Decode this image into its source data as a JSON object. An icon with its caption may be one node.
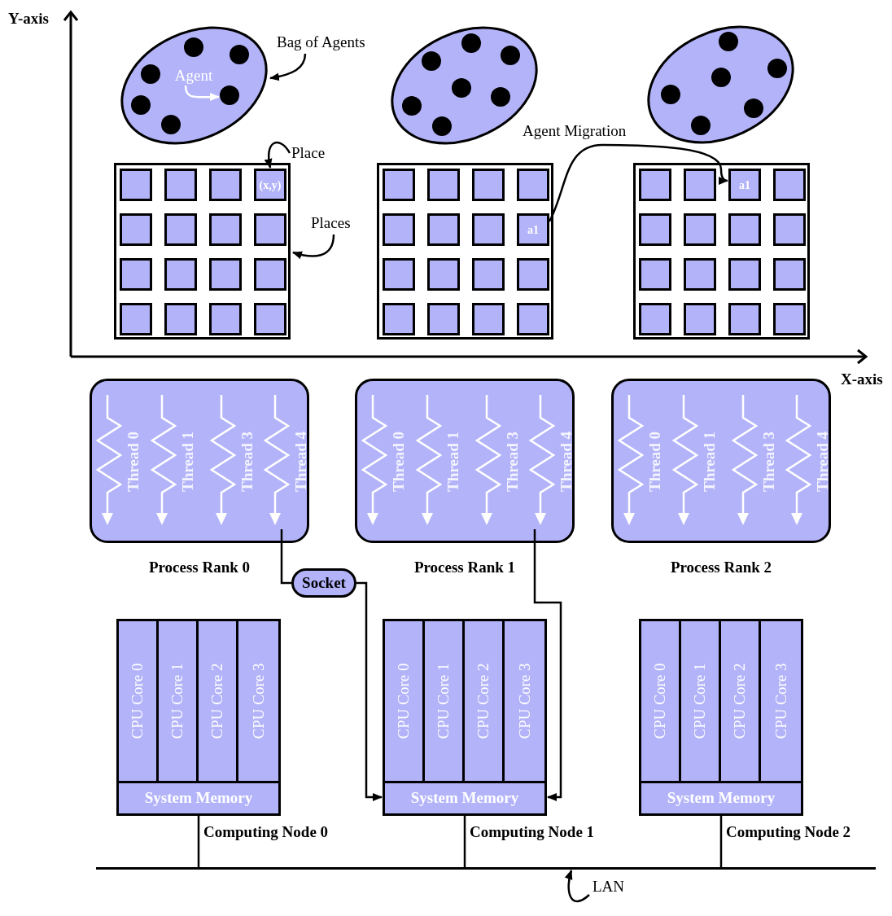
{
  "diagram": {
    "nodes": [
      {
        "text": [],
        "shape": "ellipse"
      },
      {
        "text": [
          "Agent"
        ],
        "in": 0
      },
      {
        "text": [],
        "shape": "circle",
        "in": 0
      },
      {
        "text": [
          "Bag of Agents"
        ]
      },
      {
        "text": [],
        "shape": "ellipse"
      },
      {
        "text": [],
        "shape": "ellipse"
      },
      {
        "text": [
          "Place"
        ]
      },
      {
        "text": [],
        "shape": "box"
      },
      {
        "text": [],
        "shape": "box",
        "in": 7
      },
      {
        "text": [],
        "shape": "box",
        "in": 7
      },
      {
        "text": [],
        "shape": "box",
        "in": 7
      },
      {
        "text": [
          "(x,y)"
        ],
        "in": 7
      },
      {
        "text": [],
        "shape": "box",
        "in": 7
      },
      {
        "text": [],
        "shape": "box",
        "in": 7
      },
      {
        "text": [],
        "shape": "box",
        "in": 7
      },
      {
        "text": [],
        "shape": "box",
        "in": 7
      },
      {
        "text": [],
        "shape": "box",
        "in": 7
      },
      {
        "text": [],
        "shape": "box",
        "in": 7
      },
      {
        "text": [],
        "shape": "box",
        "in": 7
      },
      {
        "text": [],
        "shape": "box",
        "in": 7
      },
      {
        "text": [],
        "shape": "box",
        "in": 7
      },
      {
        "text": [],
        "shape": "box",
        "in": 7
      },
      {
        "text": [],
        "shape": "box",
        "in": 7
      },
      {
        "text": [],
        "shape": "box",
        "in": 7
      },
      {
        "text": [
          "Places"
        ]
      },
      {
        "text": [],
        "shape": "box"
      },
      {
        "text": [],
        "shape": "box",
        "in": 25
      },
      {
        "text": [],
        "shape": "box",
        "in": 25
      },
      {
        "text": [],
        "shape": "box",
        "in": 25
      },
      {
        "text": [],
        "shape": "box",
        "in": 25
      },
      {
        "text": [],
        "shape": "box",
        "in": 25
      },
      {
        "text": [],
        "shape": "box",
        "in": 25
      },
      {
        "text": [],
        "shape": "box",
        "in": 25
      },
      {
        "text": [
          "a1"
        ],
        "in": 25
      },
      {
        "text": [],
        "shape": "box",
        "in": 25
      },
      {
        "text": [],
        "shape": "box",
        "in": 25
      },
      {
        "text": [],
        "shape": "box",
        "in": 25
      },
      {
        "text": [],
        "shape": "box",
        "in": 25
      },
      {
        "text": [],
        "shape": "box",
        "in": 25
      },
      {
        "text": [],
        "shape": "box",
        "in": 25
      },
      {
        "text": [],
        "shape": "box",
        "in": 25
      },
      {
        "text": [],
        "shape": "box",
        "in": 25
      },
      {
        "text": [],
        "shape": "box"
      },
      {
        "text": [],
        "shape": "box",
        "in": 42
      },
      {
        "text": [],
        "shape": "box",
        "in": 42
      },
      {
        "text": [
          "a1"
        ],
        "in": 42
      },
      {
        "text": [],
        "shape": "box",
        "in": 42
      },
      {
        "text": [],
        "shape": "box",
        "in": 42
      },
      {
        "text": [],
        "shape": "box",
        "in": 42
      },
      {
        "text": [],
        "shape": "box",
        "in": 42
      },
      {
        "text": [],
        "shape": "box",
        "in": 42
      },
      {
        "text": [],
        "shape": "box",
        "in": 42
      },
      {
        "text": [],
        "shape": "box",
        "in": 42
      },
      {
        "text": [],
        "shape": "box",
        "in": 42
      },
      {
        "text": [],
        "shape": "box",
        "in": 42
      },
      {
        "text": [],
        "shape": "box",
        "in": 42
      },
      {
        "text": [],
        "shape": "box",
        "in": 42
      },
      {
        "text": [],
        "shape": "box",
        "in": 42
      },
      {
        "text": [],
        "shape": "box",
        "in": 42
      },
      {
        "text": [
          "Process Rank 0"
        ]
      },
      {
        "text": [
          "Thread 0"
        ],
        "in": 59
      },
      {
        "text": [
          "Thread 1"
        ],
        "in": 59
      },
      {
        "text": [
          "Thread 3"
        ],
        "in": 59
      },
      {
        "text": [
          "Thread 4"
        ],
        "in": 59
      },
      {
        "text": [
          "Process Rank 1"
        ]
      },
      {
        "text": [
          "Thread 0"
        ],
        "in": 64
      },
      {
        "text": [
          "Thread 1"
        ],
        "in": 64
      },
      {
        "text": [
          "Thread 3"
        ],
        "in": 64
      },
      {
        "text": [
          "Thread 4"
        ],
        "in": 64
      },
      {
        "text": [
          "Process Rank 2"
        ]
      },
      {
        "text": [
          "Thread 0"
        ],
        "in": 69
      },
      {
        "text": [
          "Thread 1"
        ],
        "in": 69
      },
      {
        "text": [
          "Thread 3"
        ],
        "in": 69
      },
      {
        "text": [
          "Thread 4"
        ],
        "in": 69
      },
      {
        "text": [
          "Socket"
        ]
      },
      {
        "text": [
          "Computing Node 0"
        ]
      },
      {
        "text": [
          "CPU Core 0"
        ],
        "in": 75
      },
      {
        "text": [
          "CPU Core 1"
        ],
        "in": 75
      },
      {
        "text": [
          "CPU Core 2"
        ],
        "in": 75
      },
      {
        "text": [
          "CPU Core 3"
        ],
        "in": 75
      },
      {
        "text": [
          "System Memory"
        ],
        "in": 75
      },
      {
        "text": [
          "Computing Node 1"
        ]
      },
      {
        "text": [
          "CPU Core 0"
        ],
        "in": 81
      },
      {
        "text": [
          "CPU Core 1"
        ],
        "in": 81
      },
      {
        "text": [
          "CPU Core 2"
        ],
        "in": 81
      },
      {
        "text": [
          "CPU Core 3"
        ],
        "in": 81
      },
      {
        "text": [
          "System Memory"
        ],
        "in": 81
      },
      {
        "text": [
          "Computing Node 2"
        ]
      },
      {
        "text": [
          "CPU Core 0"
        ],
        "in": 87
      },
      {
        "text": [
          "CPU Core 1"
        ],
        "in": 87
      },
      {
        "text": [
          "CPU Core 2"
        ],
        "in": 87
      },
      {
        "text": [
          "CPU Core 3"
        ],
        "in": 87
      },
      {
        "text": [
          "System Memory"
        ],
        "in": 87
      },
      {
        "text": [],
        "shape": "bar"
      },
      {
        "text": [
          "LAN"
        ]
      }
    ],
    "edges": [
      {
        "from": 3,
        "to": 0,
        "arrow": "to"
      },
      {
        "from": 1,
        "to": 2,
        "arrow": "to",
        "color": "#ffffff"
      },
      {
        "from": 6,
        "to": 11,
        "arrow": "to"
      },
      {
        "from": 24,
        "to": 7,
        "arrow": "to"
      },
      {
        "from": 33,
        "to": 45,
        "arrow": "to",
        "label": "Agent Migration"
      },
      {
        "from": 63,
        "to": 74,
        "arrow": "none"
      },
      {
        "from": 74,
        "to": 86,
        "arrow": "to"
      },
      {
        "from": 68,
        "to": 86,
        "arrow": "to"
      },
      {
        "from": 75,
        "to": 93,
        "arrow": "none"
      },
      {
        "from": 81,
        "to": 93,
        "arrow": "none"
      },
      {
        "from": 87,
        "to": 93,
        "arrow": "none"
      },
      {
        "from": 94,
        "to": 93,
        "arrow": "to"
      }
    ],
    "labels": [
      "Y-axis",
      "X-axis"
    ]
  }
}
